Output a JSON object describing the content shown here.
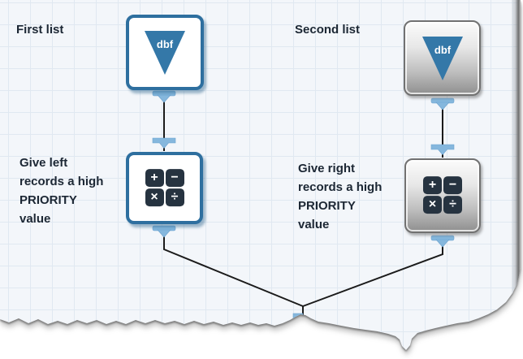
{
  "canvas": {
    "background_color": "#f3f6fa",
    "grid_color": "#e0e8f1",
    "selected_node_color": "#2e6f9f",
    "dbf_triangle_color": "#3478a8",
    "anchor_color": "#85b7dd",
    "calculator_tile_color": "#263340",
    "wire_color": "#1b1b1b"
  },
  "labels": {
    "first_list": "First list",
    "second_list": "Second list",
    "left_note": "Give left\nrecords a high\nPRIORITY\nvalue",
    "right_note": "Give right\nrecords a high\nPRIORITY\nvalue"
  },
  "nodes": {
    "first_input": {
      "icon_text": "dbf",
      "state": "selected"
    },
    "second_input": {
      "icon_text": "dbf",
      "state": "normal"
    },
    "left_formula": {
      "symbols": [
        "+",
        "−",
        "×",
        "÷"
      ],
      "state": "selected"
    },
    "right_formula": {
      "symbols": [
        "+",
        "−",
        "×",
        "÷"
      ],
      "state": "normal"
    }
  }
}
